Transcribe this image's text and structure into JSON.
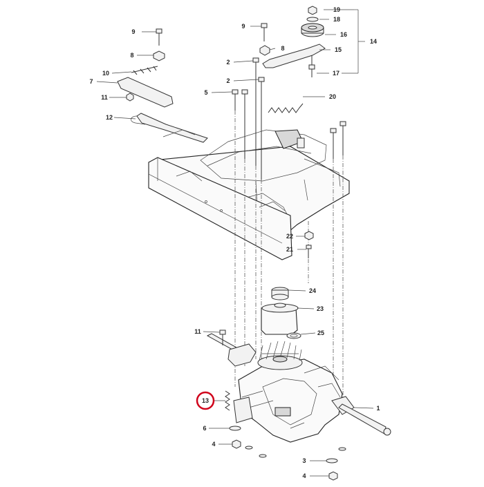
{
  "diagram": {
    "callouts": {
      "c1": "1",
      "c2a": "2",
      "c2b": "2",
      "c3": "3",
      "c4a": "4",
      "c4b": "4",
      "c5": "5",
      "c6": "6",
      "c7": "7",
      "c8a": "8",
      "c8b": "8",
      "c9a": "9",
      "c9b": "9",
      "c10": "10",
      "c11a": "11",
      "c11b": "11",
      "c12": "12",
      "c13": "13",
      "c14": "14",
      "c15": "15",
      "c16": "16",
      "c17": "17",
      "c18": "18",
      "c19": "19",
      "c20": "20",
      "c21": "21",
      "c22": "22",
      "c23": "23",
      "c24": "24",
      "c25": "25"
    },
    "highlight": {
      "callout": "13",
      "color": "#d0021b"
    }
  }
}
